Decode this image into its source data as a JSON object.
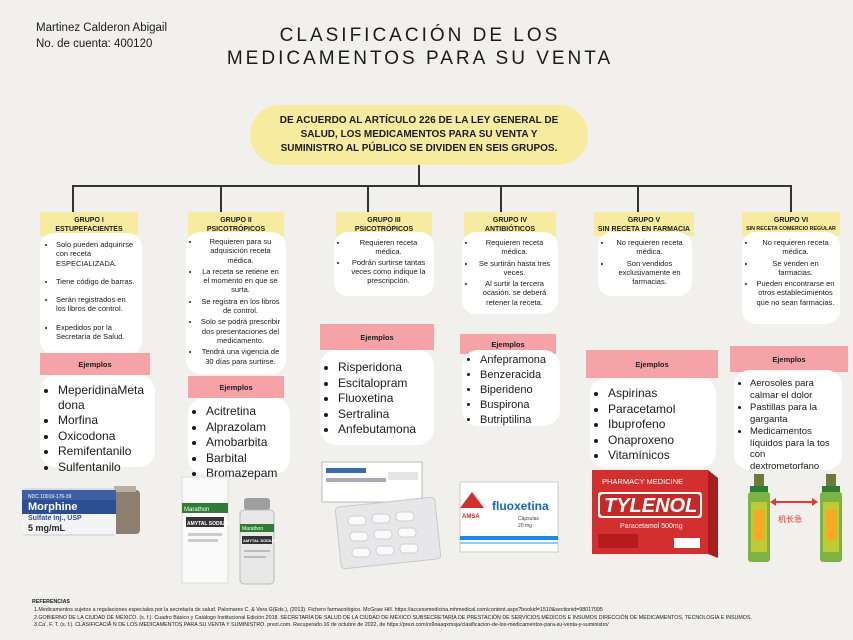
{
  "author": {
    "name": "Martinez Calderon Abigail",
    "account": "No. de cuenta: 400120"
  },
  "title": {
    "line1": "CLASIFICACIÓN DE LOS",
    "line2": "MEDICAMENTOS PARA SU VENTA"
  },
  "intro": "DE ACUERDO AL ARTÍCULO 226 DE LA LEY GENERAL DE SALUD, LOS MEDICAMENTOS PARA SU VENTA Y SUMINISTRO AL PÚBLICO SE DIVIDEN EN SEIS GRUPOS.",
  "examples_label": "Ejemplos",
  "groups": [
    {
      "title": "GRUPO I",
      "subtitle": "ESTUPEFACIENTES",
      "items": [
        "Solo pueden adquirirse con receta ESPECIALIZADA.",
        "Tiene código de barras.",
        "Serán registrados en los libros de control.",
        "Expedidos por la Secretaría de Salud."
      ],
      "examples": [
        "MeperidinaMetadona",
        "Morfina",
        "Oxicodona",
        "Remifentanilo",
        " Sulfentanilo"
      ]
    },
    {
      "title": "GRUPO II",
      "subtitle": "PSICOTRÓPICOS",
      "items": [
        "Requieren para su adquisición receta médica.",
        "La receta se retiene en el momento en que se surta.",
        "Se registra en los libros de control.",
        "Solo se podrá prescribir dos presentaciones del medicamento.",
        "Tendrá una vigencia de 30 días para surtirse."
      ],
      "examples": [
        "Acitretina",
        "Alprazolam",
        "Amobarbita",
        "Barbital",
        "Bromazepam"
      ]
    },
    {
      "title": "GRUPO III",
      "subtitle": "PSICOTRÓPICOS",
      "items": [
        "Requieren receta médica.",
        "Podrán surtirse tantas veces como indique la prescripción."
      ],
      "examples": [
        "Risperidona",
        "Escitalopram",
        "Fluoxetina",
        "Sertralina",
        "Anfebutamona"
      ]
    },
    {
      "title": "GRUPO IV",
      "subtitle": "ANTIBIÓTICOS",
      "items": [
        "Requieren receta médica.",
        "Se surtirán hasta tres veces.",
        "Al surtir la tercera ocasión. se deberá retener la receta."
      ],
      "examples": [
        "Anfepramona",
        "Benzeracida",
        "Biperideno",
        "Buspirona",
        "Butriptilina"
      ]
    },
    {
      "title": "GRUPO V",
      "subtitle": "SIN RECETA EN FARMACIA",
      "items": [
        "No requieren receta médica.",
        "Son vendidos exclusivamente en farmacias."
      ],
      "examples": [
        "Aspirinas",
        "Paracetamol",
        "Ibuprofeno",
        "Onaproxeno",
        "Vitamínicos"
      ]
    },
    {
      "title": "GRUPO VI",
      "subtitle": "SIN RECETA COMERCIO REGULAR",
      "items": [
        "No requieren receta médica.",
        "Se venden en farmacias.",
        "Pueden encontrarse en otros establecimientos que no sean farmacias."
      ],
      "examples": [
        "Aerosoles para calmar el dolor",
        "Pastillas para la garganta",
        "Medicamentos líquidos para la tos con dextrometorfano"
      ]
    }
  ],
  "product_labels": {
    "morphine_top": "NDC 10019-176-39",
    "morphine_name": "Morphine",
    "morphine_sub": "Sulfate Inj., USP",
    "morphine_dose": "5 mg/mL",
    "amytal_brand": "Marathon",
    "amytal_name": "AMYTAL SODIUM",
    "fluoxetina_brand": "AMSA",
    "fluoxetina_name": "fluoxetina",
    "fluoxetina_caps": "Cápsulas",
    "fluoxetina_dose": "20 mg",
    "tylenol_band": "PHARMACY MEDICINE",
    "tylenol_name": "TYLENOL",
    "tylenol_dose": "Paracetamol 500mg",
    "spray_text": "机长急"
  },
  "references": {
    "title": "REFERENCIAS",
    "items": [
      "1.Medicamentos sujetos a regulaciones especiales por la secretaría de salud. Palomares C, & Vera G(Eds.), (2013). Fichero farmacológico. McGraw Hill. https://accessmedicina.mhmedical.com/content.aspx?bookid=1510&sectionid=98017095",
      "2.GOBIERNO DE LA CIUDAD DE MÉXICO. (s. f.). Cuadro Básico y Catálogo Institucional Edición 2018. SECRETARÍA DE SALUD DE LA CIUDAD DE MÉXICO SUBSECRETARÍA DE PRESTACIÓN DE SERVICIOS MÉDICOS E INSUMOS DIRECCIÓN DE MEDICAMENTOS, TECNOLOGÍA E INSUMOS.",
      "3.Ca', F. T. (s. f.). CLASIFICACIÃ N DE LOS MEDICAMENTOS PARA SU VENTA Y SUMINISTRO. prezi.com. Recuperado 16 de octubre de 2022, de https://prezi.com/rs9naaqxmsja/clasificacion-de-los-medicamentos-para-su-venta-y-suministro/"
    ]
  }
}
